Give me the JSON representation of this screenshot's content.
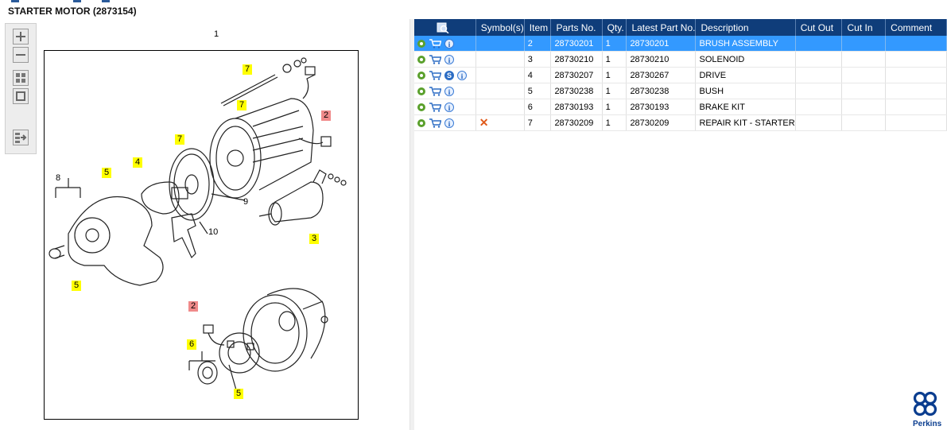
{
  "window": {
    "title": "STARTER MOTOR (2873154)"
  },
  "colors": {
    "header_bg": "#0f3d7a",
    "selected_row": "#3399ff",
    "callout_yellow": "#ffff00",
    "callout_red": "#f08a8a",
    "brand": "#0a3d8f"
  },
  "toolbox": {
    "tools": [
      "zoom-in-icon",
      "zoom-out-icon",
      "fit-window-icon",
      "actual-size-icon",
      "export-icon"
    ]
  },
  "drawing": {
    "numbers": [
      "1",
      "8",
      "9",
      "10"
    ],
    "callouts": [
      "7",
      "7",
      "7",
      "2",
      "5",
      "4",
      "3",
      "5",
      "2",
      "6",
      "5"
    ]
  },
  "table": {
    "columns": [
      "",
      "Symbol(s)",
      "Item",
      "Parts No.",
      "Qty.",
      "Latest Part No.",
      "Description",
      "Cut Out",
      "Cut In",
      "Comment"
    ],
    "rows": [
      {
        "item": "2",
        "part_no": "28730201",
        "qty": "1",
        "latest": "28730201",
        "description": "BRUSH ASSEMBLY",
        "cut_out": "",
        "cut_in": "",
        "comment": "",
        "symbol": "",
        "s_badge": "",
        "selected": true
      },
      {
        "item": "3",
        "part_no": "28730210",
        "qty": "1",
        "latest": "28730210",
        "description": "SOLENOID",
        "cut_out": "",
        "cut_in": "",
        "comment": "",
        "symbol": "",
        "s_badge": ""
      },
      {
        "item": "4",
        "part_no": "28730207",
        "qty": "1",
        "latest": "28730267",
        "description": "DRIVE",
        "cut_out": "",
        "cut_in": "",
        "comment": "",
        "symbol": "",
        "s_badge": "S"
      },
      {
        "item": "5",
        "part_no": "28730238",
        "qty": "1",
        "latest": "28730238",
        "description": "BUSH",
        "cut_out": "",
        "cut_in": "",
        "comment": "",
        "symbol": "",
        "s_badge": ""
      },
      {
        "item": "6",
        "part_no": "28730193",
        "qty": "1",
        "latest": "28730193",
        "description": "BRAKE KIT",
        "cut_out": "",
        "cut_in": "",
        "comment": "",
        "symbol": "",
        "s_badge": ""
      },
      {
        "item": "7",
        "part_no": "28730209",
        "qty": "1",
        "latest": "28730209",
        "description": "REPAIR KIT - STARTER",
        "cut_out": "",
        "cut_in": "",
        "comment": "",
        "symbol": "x",
        "s_badge": ""
      }
    ]
  },
  "brand": {
    "name": "Perkins"
  }
}
